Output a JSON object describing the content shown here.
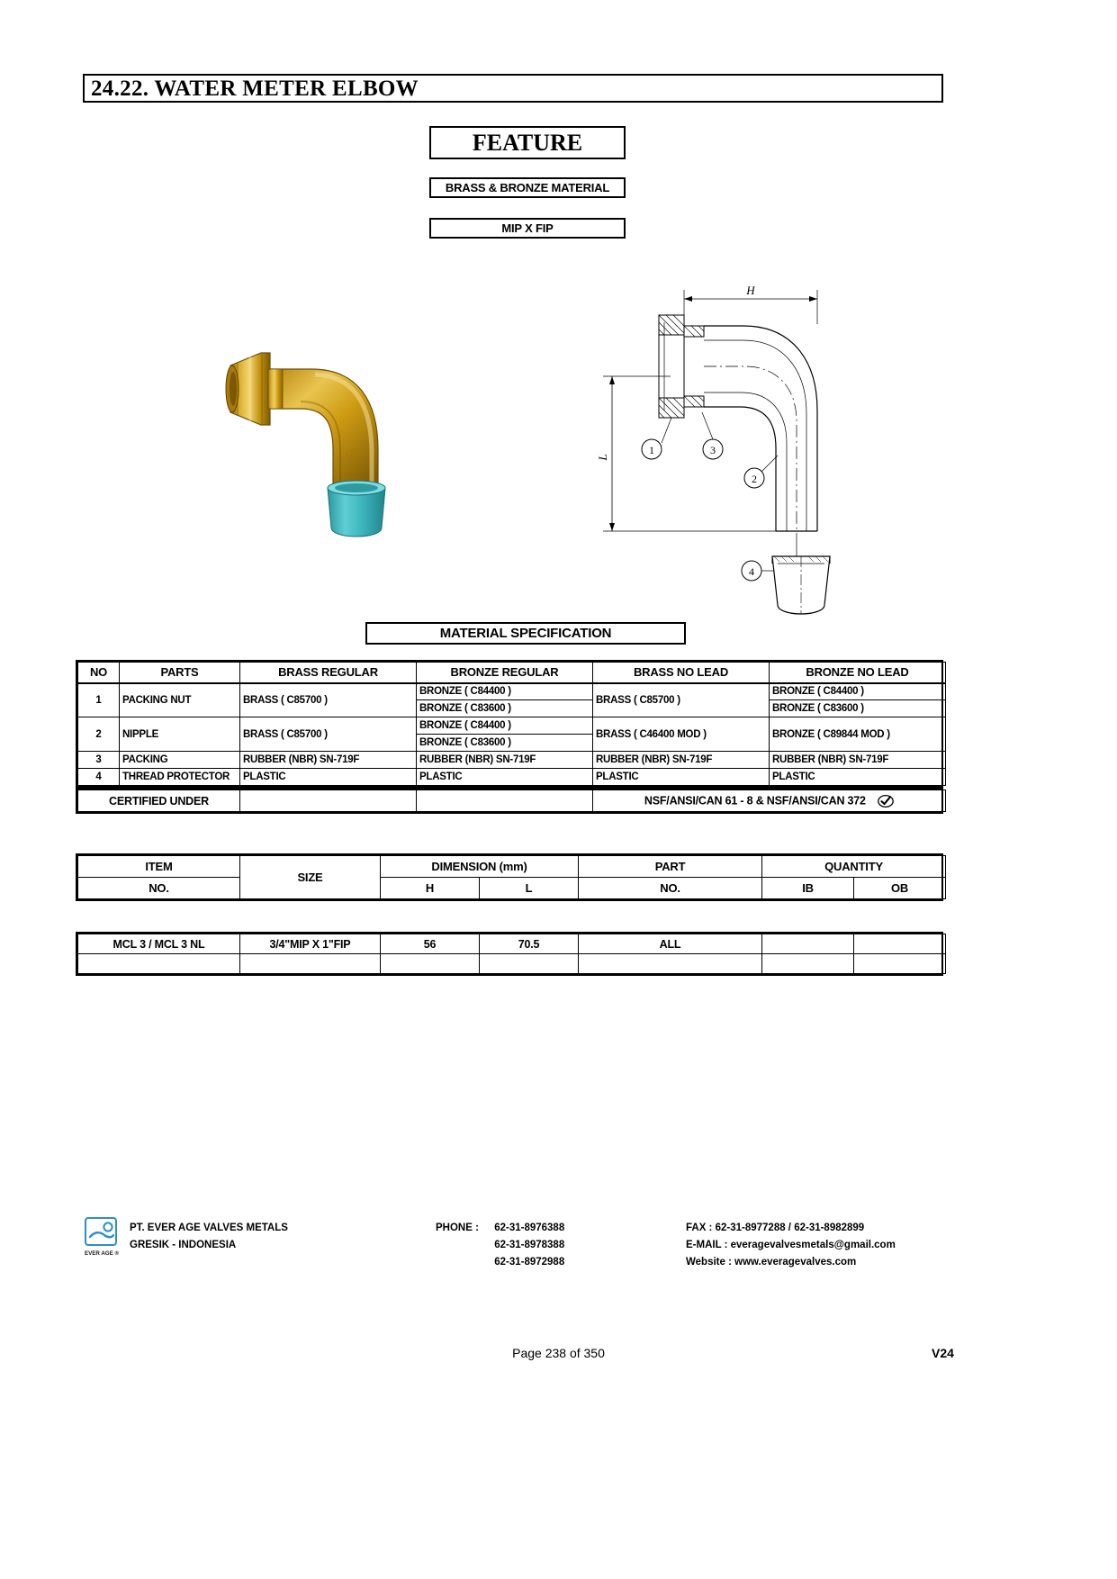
{
  "document": {
    "title": "24.22. WATER METER ELBOW",
    "page_number": "Page 238 of 350",
    "version": "V24"
  },
  "feature": {
    "heading": "FEATURE",
    "items": [
      "BRASS & BRONZE MATERIAL",
      "MIP X FIP"
    ]
  },
  "drawing": {
    "dim_h_label": "H",
    "dim_l_label": "L",
    "callouts": [
      "1",
      "2",
      "3",
      "4"
    ]
  },
  "material_spec": {
    "heading": "MATERIAL SPECIFICATION",
    "columns": [
      "NO",
      "PARTS",
      "BRASS REGULAR",
      "BRONZE REGULAR",
      "BRASS NO LEAD",
      "BRONZE NO LEAD"
    ],
    "rows": [
      {
        "no": "1",
        "part": "PACKING NUT",
        "brass_regular": "BRASS ( C85700 )",
        "bronze_regular": [
          "BRONZE ( C84400 )",
          "BRONZE ( C83600 )"
        ],
        "brass_no_lead": "BRASS ( C85700 )",
        "bronze_no_lead": [
          "BRONZE ( C84400 )",
          "BRONZE ( C83600 )"
        ]
      },
      {
        "no": "2",
        "part": "NIPPLE",
        "brass_regular": "BRASS ( C85700 )",
        "bronze_regular": [
          "BRONZE ( C84400 )",
          "BRONZE ( C83600 )"
        ],
        "brass_no_lead": "BRASS ( C46400 MOD )",
        "bronze_no_lead": [
          "BRONZE ( C89844 MOD )"
        ]
      },
      {
        "no": "3",
        "part": "PACKING",
        "brass_regular": "RUBBER (NBR) SN-719F",
        "bronze_regular": [
          "RUBBER (NBR) SN-719F"
        ],
        "brass_no_lead": "RUBBER (NBR) SN-719F",
        "bronze_no_lead": [
          "RUBBER (NBR) SN-719F"
        ]
      },
      {
        "no": "4",
        "part": "THREAD PROTECTOR",
        "brass_regular": "PLASTIC",
        "bronze_regular": [
          "PLASTIC"
        ],
        "brass_no_lead": "PLASTIC",
        "bronze_no_lead": [
          "PLASTIC"
        ]
      }
    ],
    "certified": {
      "label": "CERTIFIED UNDER",
      "brass_regular": "",
      "bronze_regular": "",
      "value": "NSF/ANSI/CAN 61 - 8 & NSF/ANSI/CAN 372",
      "badge": "nsf-check-badge"
    }
  },
  "dimension_table": {
    "header": {
      "item": "ITEM",
      "item_sub": "NO.",
      "size": "SIZE",
      "dimension": "DIMENSION (mm)",
      "dim_h": "H",
      "dim_l": "L",
      "part": "PART",
      "part_sub": "NO.",
      "quantity": "QUANTITY",
      "qty_ib": "IB",
      "qty_ob": "OB"
    },
    "rows": [
      {
        "item_no": "MCL 3 / MCL 3 NL",
        "size": "3/4\"MIP X 1\"FIP",
        "h": "56",
        "l": "70.5",
        "part_no": "ALL",
        "ib": "",
        "ob": ""
      },
      {
        "item_no": "",
        "size": "",
        "h": "",
        "l": "",
        "part_no": "",
        "ib": "",
        "ob": ""
      }
    ]
  },
  "footer": {
    "logo_text": "EVER AGE ®",
    "company_name": "PT. EVER AGE VALVES METALS",
    "company_location": "GRESIK - INDONESIA",
    "phone_label": "PHONE :",
    "phone_numbers": [
      "62-31-8976388",
      "62-31-8978388",
      "62-31-8972988"
    ],
    "fax_label": "FAX  :",
    "fax_value": "62-31-8977288 / 62-31-8982899",
    "email_label": "E-MAIL  :",
    "email_value": "everagevalvesmetals@gmail.com",
    "website_label": "Website  :",
    "website_value": "www.everagevalves.com"
  },
  "colors": {
    "brass": "#c8960c",
    "brass_light": "#e0b23a",
    "brass_dark": "#8a6508",
    "cap_teal": "#3fb8bf",
    "line": "#000000"
  }
}
